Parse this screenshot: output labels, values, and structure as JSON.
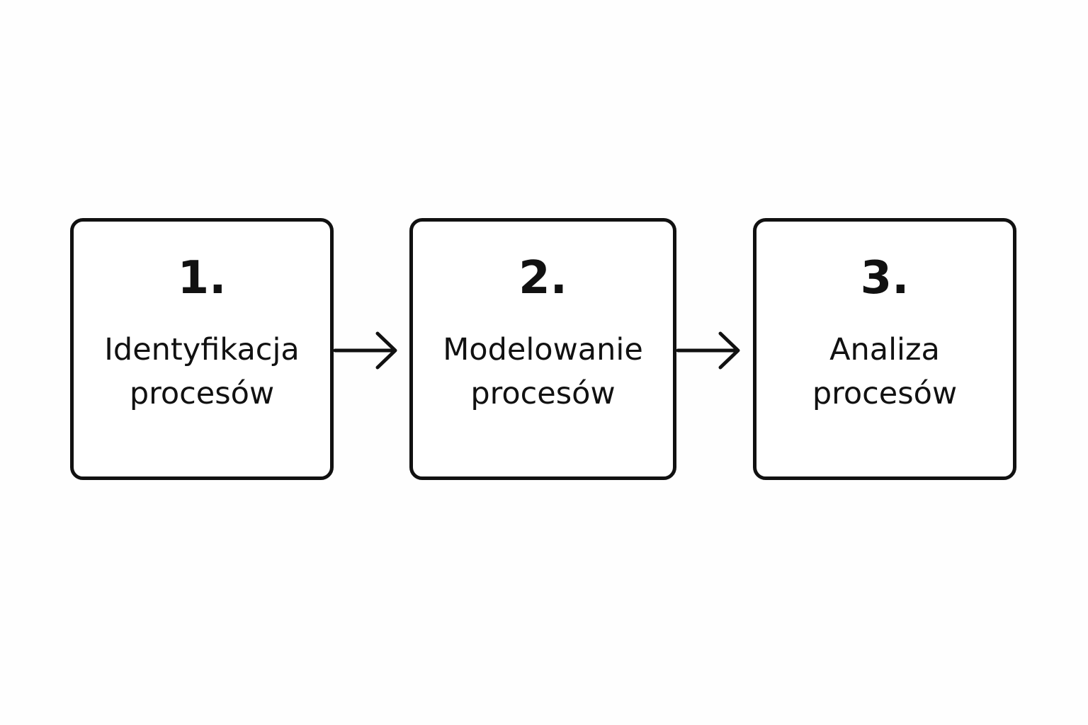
{
  "steps": [
    {
      "number": "1.",
      "label": "Identyfikacja\nprocesów"
    },
    {
      "number": "2.",
      "label": "Modelowanie\nprocesów"
    },
    {
      "number": "3.",
      "label": "Analiza\nprocesów"
    }
  ],
  "colors": {
    "stroke": "#111111",
    "background": "#fefefe"
  },
  "icons": {
    "arrow": "arrow-right-icon"
  }
}
